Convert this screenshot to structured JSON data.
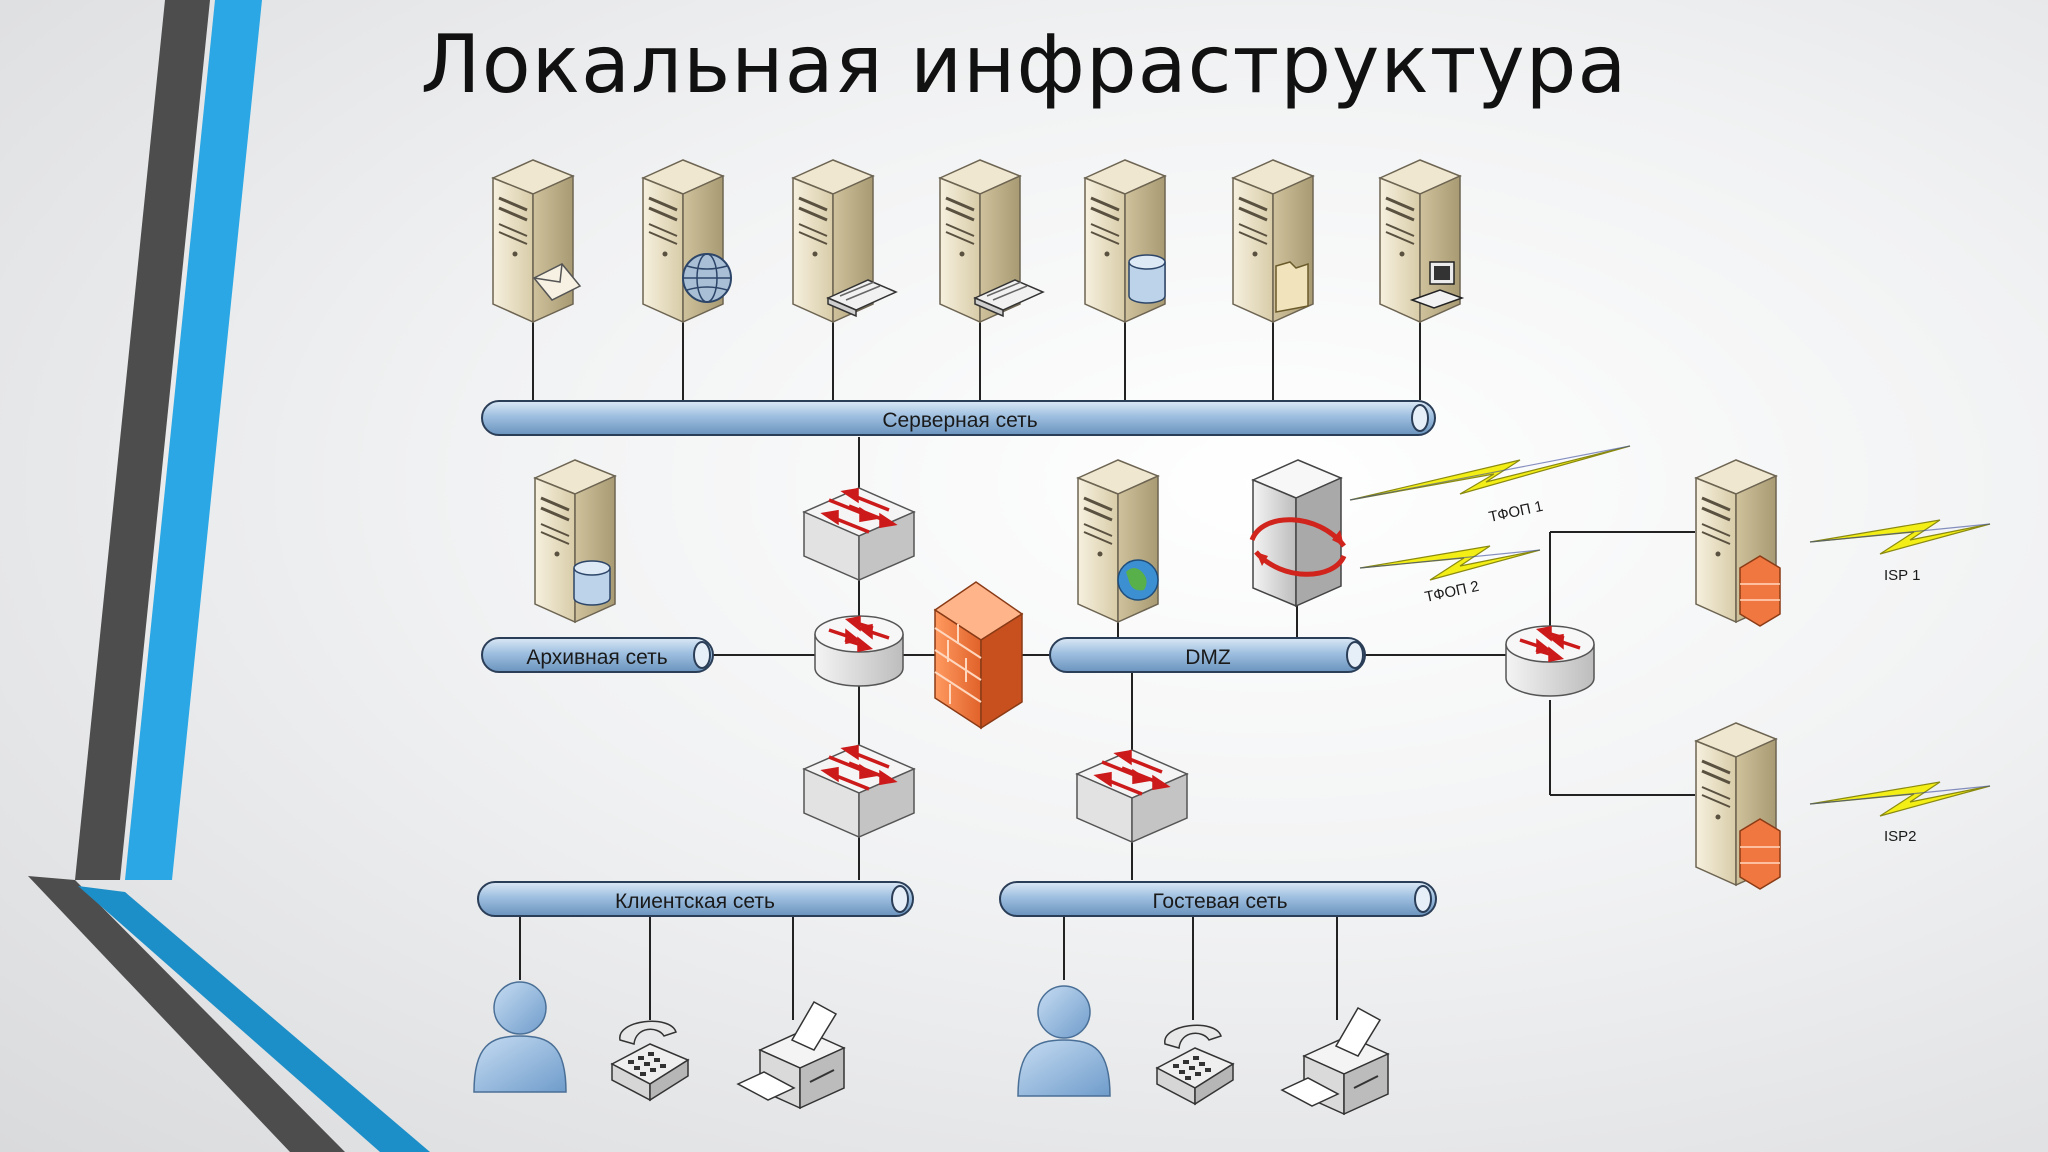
{
  "title": "Локальная инфраструктура",
  "networks": {
    "server": "Серверная сеть",
    "archive": "Архивная сеть",
    "dmz": "DMZ",
    "client": "Клиентская сеть",
    "guest": "Гостевая сеть"
  },
  "links": {
    "pstn1": "ТФОП 1",
    "pstn2": "ТФОП 2",
    "isp1": "ISP 1",
    "isp2": "ISP2"
  },
  "colors": {
    "bus": "#8fb3d6",
    "server": "#e8dfc6",
    "firewall": "#f07840",
    "lightning": "#f2ee1a",
    "accent_blue": "#2aa7e4",
    "accent_dark": "#4a4a4a"
  },
  "icons": {
    "server_badges": [
      "mail-icon",
      "globe-icon",
      "scanner-icon",
      "scanner-icon",
      "database-icon",
      "folder-icon",
      "computer-icon"
    ]
  }
}
